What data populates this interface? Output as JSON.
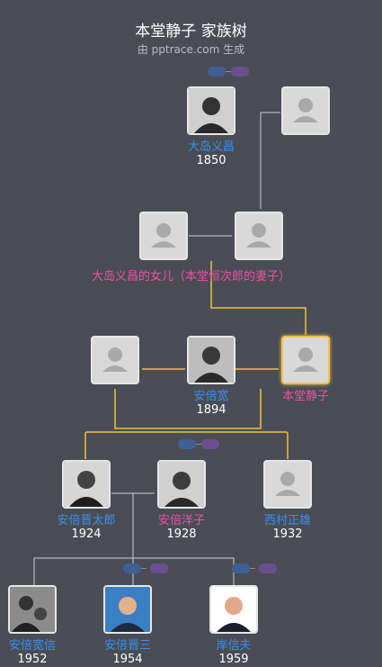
{
  "header": {
    "title": "本堂静子 家族树",
    "subtitle": "由 pptrace.com 生成"
  },
  "colors": {
    "male": "#3b8ff0",
    "female": "#f04fa3",
    "focus": "#f2c14e",
    "line": "#f0c040",
    "neutral_line": "#d0d0d0"
  },
  "people": {
    "oshima_yoshimasa": {
      "name": "大岛义昌",
      "year": "1850",
      "gender": "male",
      "photo": "portrait"
    },
    "oshima_spouse": {
      "name": "",
      "year": "",
      "gender": "unknown",
      "photo": "placeholder"
    },
    "oshima_parent2": {
      "name": "",
      "year": "",
      "gender": "unknown",
      "photo": "placeholder"
    },
    "oshima_daughter": {
      "name": "大岛义昌的女儿（本堂恒次郎的妻子）",
      "year": "",
      "gender": "female",
      "photo": "placeholder"
    },
    "honda_gen_left": {
      "name": "",
      "year": "",
      "gender": "unknown",
      "photo": "placeholder"
    },
    "abe_kan": {
      "name": "安倍宽",
      "year": "1894",
      "gender": "male",
      "photo": "portrait"
    },
    "honda_shizuko": {
      "name": "本堂静子",
      "year": "",
      "gender": "female",
      "photo": "placeholder",
      "focus": true
    },
    "abe_shintaro": {
      "name": "安倍晋太郎",
      "year": "1924",
      "gender": "male",
      "photo": "portrait"
    },
    "abe_yoko": {
      "name": "安倍洋子",
      "year": "1928",
      "gender": "female",
      "photo": "portrait"
    },
    "nishimura_masao": {
      "name": "西村正雄",
      "year": "1932",
      "gender": "male",
      "photo": "placeholder"
    },
    "abe_hironobu": {
      "name": "安倍宽信",
      "year": "1952",
      "gender": "male",
      "photo": "portrait"
    },
    "abe_shinzo": {
      "name": "安倍晋三",
      "year": "1954",
      "gender": "male",
      "photo": "portrait"
    },
    "kishi_nobuo": {
      "name": "岸信夫",
      "year": "1959",
      "gender": "male",
      "photo": "portrait"
    }
  },
  "icons": {
    "placeholder": "person-silhouette-icon",
    "toggle": "expand-toggle-icon"
  }
}
